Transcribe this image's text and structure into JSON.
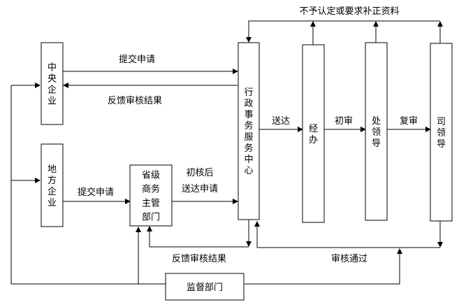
{
  "boxes": {
    "central": "中央企业",
    "local": "地方企业",
    "provincial": "省级商务主管部门",
    "admin_center": "行政事务服务中心",
    "handling": "经办",
    "division_lead": "处领导",
    "dept_lead": "司领导",
    "supervision": "监督部门"
  },
  "labels": {
    "submit_application_central": "提交申请",
    "review_result_central": "反馈审核结果",
    "submit_application_local": "提交申请",
    "initial_review_send_1": "初核后",
    "initial_review_send_2": "送达申请",
    "deliver": "送达",
    "first_review": "初审",
    "second_review": "复审",
    "review_result_bottom": "反馈审核结果",
    "approved": "审核通过",
    "reject_or_supplement": "不予认定或要求补正资料"
  }
}
